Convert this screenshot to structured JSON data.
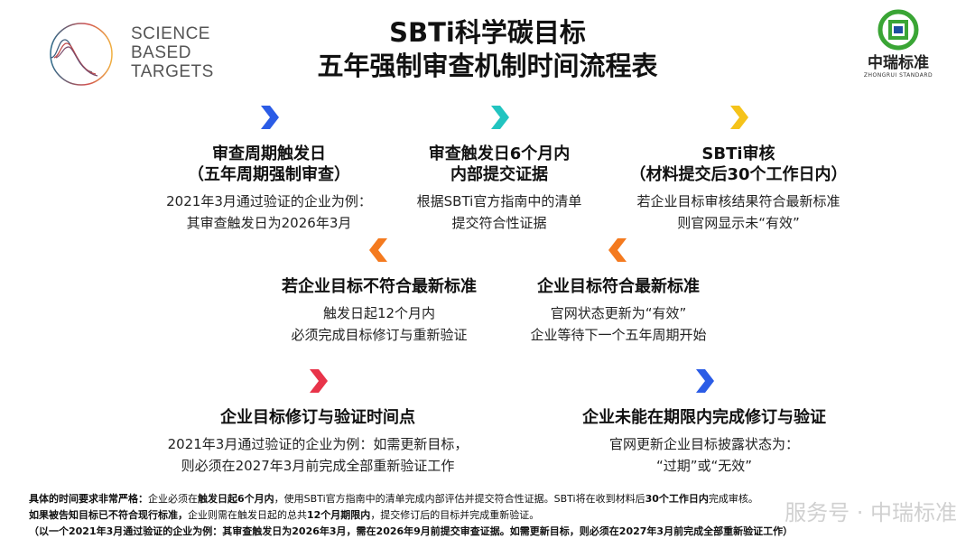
{
  "title": {
    "line1": "SBTi科学碳目标",
    "line2": "五年强制审查机制时间流程表"
  },
  "logo_left": {
    "lines": [
      "SCIENCE",
      "BASED",
      "TARGETS"
    ]
  },
  "logo_right": {
    "name": "中瑞标准",
    "sub": "ZHONGRUI STANDARD"
  },
  "steps": [
    {
      "heading": [
        "审查周期触发日",
        "（五年周期强制审查）"
      ],
      "body": [
        "2021年3月通过验证的企业为例：",
        "其审查触发日为2026年3月"
      ],
      "color": "#2b5ce6"
    },
    {
      "heading": [
        "审查触发日6个月内",
        "内部提交证据"
      ],
      "body": [
        "根据SBTi官方指南中的清单",
        "提交符合性证据"
      ],
      "color": "#22c4c0"
    },
    {
      "heading": [
        "SBTi审核",
        "（材料提交后30个工作日内）"
      ],
      "body": [
        "若企业目标审核结果符合最新标准",
        "则官网显示未“有效”"
      ],
      "color": "#f5c31a"
    },
    {
      "heading": [
        "若企业目标不符合最新标准"
      ],
      "body": [
        "触发日起12个月内",
        "必须完成目标修订与重新验证"
      ],
      "color": "#f47a1f"
    },
    {
      "heading": [
        "企业目标符合最新标准"
      ],
      "body": [
        "官网状态更新为“有效”",
        "企业等待下一个五年周期开始"
      ],
      "color": "#f47a1f"
    },
    {
      "heading": [
        "企业目标修订与验证时间点"
      ],
      "body": [
        "2021年3月通过验证的企业为例：如需更新目标，",
        "则必须在2027年3月前完成全部重新验证工作"
      ],
      "color": "#e8344a"
    },
    {
      "heading": [
        "企业未能在期限内完成修订与验证"
      ],
      "body": [
        "官网更新企业目标披露状态为：",
        "“过期”或“无效”"
      ],
      "color": "#2b5ce6"
    }
  ],
  "footer": {
    "l1_bold": "具体的时间要求非常严格：",
    "l1a": "企业必须在",
    "l1b": "触发日起6个月内",
    "l1c": "，使用SBTi官方指南中的清单完成内部评估并提交符合性证据。SBTi将在收到材料后",
    "l1d": "30个工作日内",
    "l1e": "完成审核。",
    "l2_bold": "如果被告知目标已不符合现行标准，",
    "l2a": "企业则需在触发日起的总共",
    "l2b": "12个月期限内",
    "l2c": "，提交修订后的目标并完成重新验证。",
    "l3": "（以一个2021年3月通过验证的企业为例：其审查触发日为2026年3月，需在2026年9月前提交审查证据。如需更新目标，则必须在2027年3月前完成全部重新验证工作）"
  },
  "watermark": "服务号 · 中瑞标准"
}
